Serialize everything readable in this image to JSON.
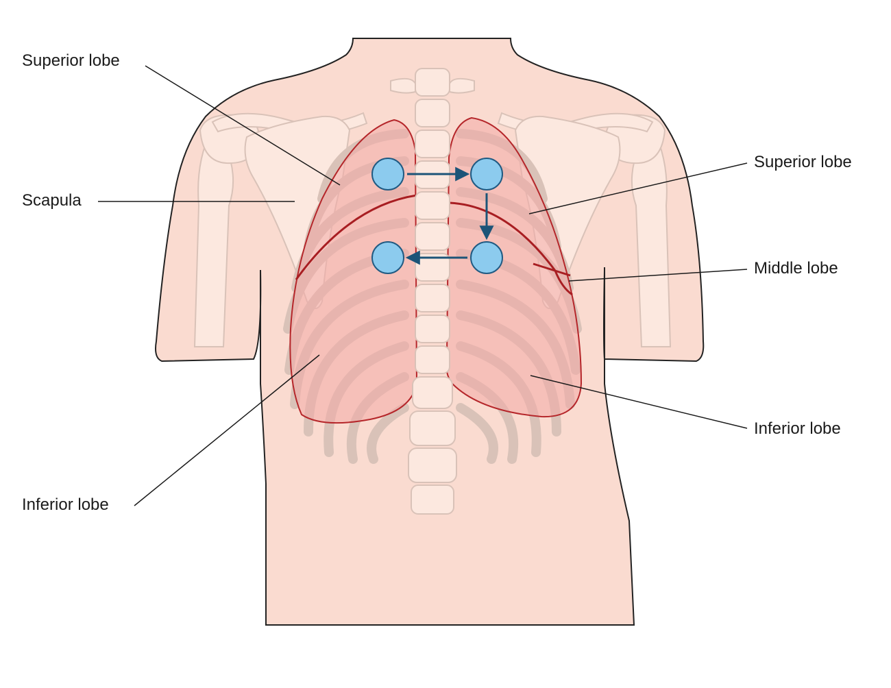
{
  "labels": {
    "superior_lobe_right": "Superior lobe",
    "superior_lobe_left": "Superior lobe",
    "scapula": "Scapula",
    "middle_lobe": "Middle lobe",
    "inferior_lobe_right": "Inferior lobe",
    "inferior_lobe_left": "Inferior lobe"
  },
  "colors": {
    "skin": "#fadbd0",
    "skin_outline": "#222222",
    "bone_fill": "#fce8df",
    "bone_outline": "#d9c2b8",
    "lung_fill": "#f2a9a6",
    "lung_outline": "#b5262a",
    "fissure": "#a81e22",
    "marker_fill": "#8ccbee",
    "marker_outline": "#205a82",
    "arrow": "#1c5478",
    "leader": "#1a1a1a"
  }
}
